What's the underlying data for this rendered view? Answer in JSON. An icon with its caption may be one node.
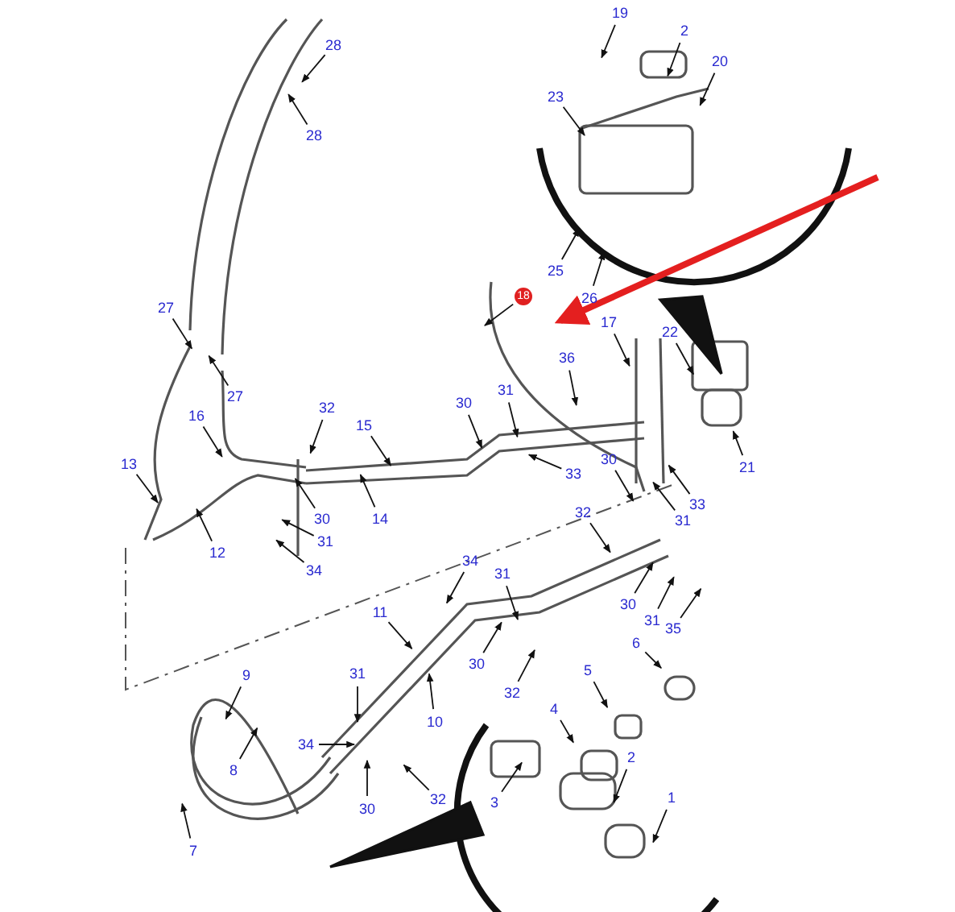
{
  "diagram": {
    "nodes": [
      {
        "text": [
          "19"
        ]
      },
      {
        "text": [
          "2"
        ]
      },
      {
        "text": [
          "20"
        ]
      },
      {
        "text": [
          "23"
        ]
      },
      {
        "text": [
          "28"
        ]
      },
      {
        "text": [
          "28"
        ]
      },
      {
        "text": [
          "25"
        ]
      },
      {
        "text": [
          "26"
        ]
      },
      {
        "text": [
          "17"
        ]
      },
      {
        "text": [
          "22"
        ]
      },
      {
        "text": [
          "18"
        ]
      },
      {
        "text": [
          "36"
        ]
      },
      {
        "text": [
          "27"
        ]
      },
      {
        "text": [
          "27"
        ]
      },
      {
        "text": [
          "32"
        ]
      },
      {
        "text": [
          "31"
        ]
      },
      {
        "text": [
          "30"
        ]
      },
      {
        "text": [
          "15"
        ]
      },
      {
        "text": [
          "16"
        ]
      },
      {
        "text": [
          "13"
        ]
      },
      {
        "text": [
          "33"
        ]
      },
      {
        "text": [
          "14"
        ]
      },
      {
        "text": [
          "30"
        ]
      },
      {
        "text": [
          "12"
        ]
      },
      {
        "text": [
          "31"
        ]
      },
      {
        "text": [
          "34"
        ]
      },
      {
        "text": [
          "30"
        ]
      },
      {
        "text": [
          "33"
        ]
      },
      {
        "text": [
          "31"
        ]
      },
      {
        "text": [
          "21"
        ]
      },
      {
        "text": [
          "32"
        ]
      },
      {
        "text": [
          "30"
        ]
      },
      {
        "text": [
          "31"
        ]
      },
      {
        "text": [
          "35"
        ]
      },
      {
        "text": [
          "34"
        ]
      },
      {
        "text": [
          "31"
        ]
      },
      {
        "text": [
          "11"
        ]
      },
      {
        "text": [
          "30"
        ]
      },
      {
        "text": [
          "32"
        ]
      },
      {
        "text": [
          "10"
        ]
      },
      {
        "text": [
          "9"
        ]
      },
      {
        "text": [
          "31"
        ]
      },
      {
        "text": [
          "34"
        ]
      },
      {
        "text": [
          "8"
        ]
      },
      {
        "text": [
          "30"
        ]
      },
      {
        "text": [
          "32"
        ]
      },
      {
        "text": [
          "7"
        ]
      },
      {
        "text": [
          "6"
        ]
      },
      {
        "text": [
          "5"
        ]
      },
      {
        "text": [
          "4"
        ]
      },
      {
        "text": [
          "3"
        ]
      },
      {
        "text": [
          "2"
        ]
      },
      {
        "text": [
          "1"
        ]
      }
    ],
    "edges": [
      {
        "from": 0,
        "to": null,
        "arrow": "to"
      },
      {
        "from": 1,
        "to": null,
        "arrow": "to"
      },
      {
        "from": 2,
        "to": null,
        "arrow": "to"
      },
      {
        "from": 3,
        "to": null,
        "arrow": "to"
      },
      {
        "from": 4,
        "to": null,
        "arrow": "to"
      },
      {
        "from": 5,
        "to": null,
        "arrow": "to"
      },
      {
        "from": 6,
        "to": null,
        "arrow": "to"
      },
      {
        "from": 7,
        "to": null,
        "arrow": "to"
      },
      {
        "from": 8,
        "to": null,
        "arrow": "to"
      },
      {
        "from": 9,
        "to": null,
        "arrow": "to"
      },
      {
        "from": 10,
        "to": null,
        "arrow": "to"
      },
      {
        "from": 11,
        "to": null,
        "arrow": "to"
      },
      {
        "from": 12,
        "to": null,
        "arrow": "to"
      },
      {
        "from": 13,
        "to": null,
        "arrow": "to"
      },
      {
        "from": 14,
        "to": null,
        "arrow": "to"
      },
      {
        "from": 15,
        "to": null,
        "arrow": "to"
      },
      {
        "from": 16,
        "to": null,
        "arrow": "to"
      },
      {
        "from": 17,
        "to": null,
        "arrow": "to"
      },
      {
        "from": 18,
        "to": null,
        "arrow": "to"
      },
      {
        "from": 19,
        "to": null,
        "arrow": "to"
      },
      {
        "from": 20,
        "to": null,
        "arrow": "to"
      },
      {
        "from": 21,
        "to": null,
        "arrow": "to"
      },
      {
        "from": 22,
        "to": null,
        "arrow": "to"
      },
      {
        "from": 23,
        "to": null,
        "arrow": "to"
      },
      {
        "from": 24,
        "to": null,
        "arrow": "to"
      },
      {
        "from": 25,
        "to": null,
        "arrow": "to"
      },
      {
        "from": 26,
        "to": null,
        "arrow": "to"
      },
      {
        "from": 27,
        "to": null,
        "arrow": "to"
      },
      {
        "from": 28,
        "to": null,
        "arrow": "to"
      },
      {
        "from": 29,
        "to": null,
        "arrow": "to"
      },
      {
        "from": 30,
        "to": null,
        "arrow": "to"
      },
      {
        "from": 31,
        "to": null,
        "arrow": "to"
      },
      {
        "from": 32,
        "to": null,
        "arrow": "to"
      },
      {
        "from": 33,
        "to": null,
        "arrow": "to"
      },
      {
        "from": 34,
        "to": null,
        "arrow": "to"
      },
      {
        "from": 35,
        "to": null,
        "arrow": "to"
      },
      {
        "from": 36,
        "to": null,
        "arrow": "to"
      },
      {
        "from": 37,
        "to": null,
        "arrow": "to"
      },
      {
        "from": 38,
        "to": null,
        "arrow": "to"
      },
      {
        "from": 39,
        "to": null,
        "arrow": "to"
      },
      {
        "from": 40,
        "to": null,
        "arrow": "to"
      },
      {
        "from": 41,
        "to": null,
        "arrow": "to"
      },
      {
        "from": 42,
        "to": null,
        "arrow": "to"
      },
      {
        "from": 43,
        "to": null,
        "arrow": "to"
      },
      {
        "from": 44,
        "to": null,
        "arrow": "to"
      },
      {
        "from": 45,
        "to": null,
        "arrow": "to"
      },
      {
        "from": 46,
        "to": null,
        "arrow": "to"
      },
      {
        "from": 47,
        "to": null,
        "arrow": "to"
      },
      {
        "from": 48,
        "to": null,
        "arrow": "to"
      },
      {
        "from": 49,
        "to": null,
        "arrow": "to"
      },
      {
        "from": 50,
        "to": null,
        "arrow": "to"
      },
      {
        "from": 51,
        "to": null,
        "arrow": "to"
      },
      {
        "from": 52,
        "to": null,
        "arrow": "to"
      }
    ]
  }
}
